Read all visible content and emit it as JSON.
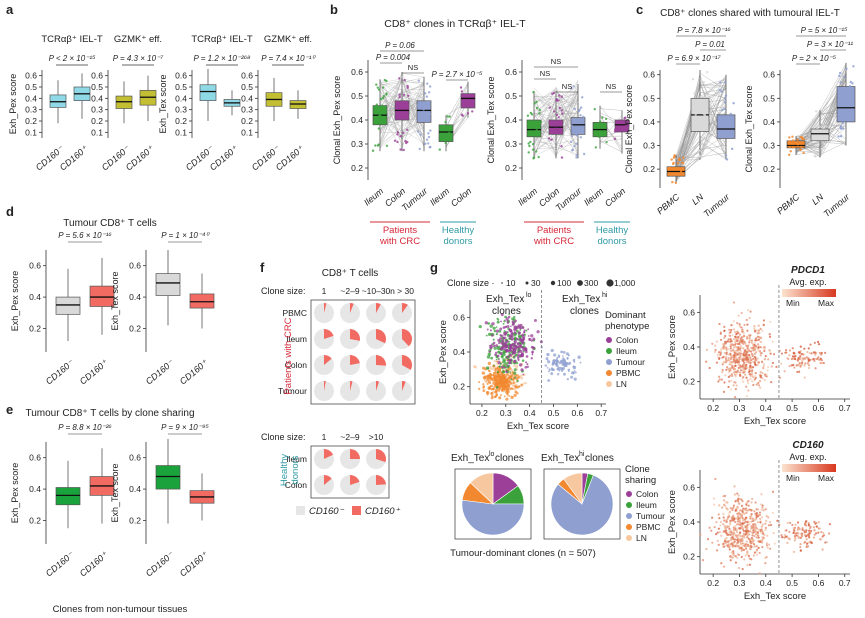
{
  "colors": {
    "cyan": "#8fd8e6",
    "olive": "#c3bf32",
    "green": "#3aa13b",
    "purple": "#9b3f98",
    "lightgrey": "#d9d9d9",
    "orange": "#f2882f",
    "blue": "#8e9fd0",
    "salmon": "#f26b63",
    "lightorange": "#f7c8a0",
    "red": "#d62839",
    "teal": "#2f9aa3",
    "darkgreen": "#1aa33c"
  },
  "chart_data": [
    {
      "panel": "a",
      "type": "box",
      "titles": [
        "TCRαβ⁺ IEL-T",
        "GZMK⁺ eff.",
        "TCRαβ⁺ IEL-T",
        "GZMK⁺ eff."
      ],
      "pvalues": [
        "P < 2 × 10⁻¹⁵",
        "P = 4.3 × 10⁻⁷",
        "P = 1.2 × 10⁻²⁶⁸",
        "P = 7.4 × 10⁻¹⁰"
      ],
      "ylabels": [
        "Exh_Pex score",
        "Exh_Tex score"
      ],
      "yticks": [
        [
          0.1,
          0.2,
          0.3,
          0.4,
          0.5,
          0.6
        ],
        [
          0.1,
          0.2,
          0.3,
          0.4,
          0.5,
          0.6
        ]
      ],
      "ylim": [
        0.05,
        0.65
      ],
      "categories": [
        "CD160⁻",
        "CD160⁺"
      ],
      "boxes": [
        {
          "q1": 0.32,
          "med": 0.37,
          "q3": 0.43,
          "lo": 0.18,
          "hi": 0.56,
          "color": "cyan"
        },
        {
          "q1": 0.38,
          "med": 0.44,
          "q3": 0.5,
          "lo": 0.22,
          "hi": 0.62,
          "color": "cyan"
        },
        {
          "q1": 0.31,
          "med": 0.37,
          "q3": 0.42,
          "lo": 0.18,
          "hi": 0.55,
          "color": "olive"
        },
        {
          "q1": 0.34,
          "med": 0.41,
          "q3": 0.47,
          "lo": 0.2,
          "hi": 0.6,
          "color": "olive"
        },
        {
          "q1": 0.38,
          "med": 0.46,
          "q3": 0.52,
          "lo": 0.2,
          "hi": 0.66,
          "color": "cyan"
        },
        {
          "q1": 0.33,
          "med": 0.36,
          "q3": 0.39,
          "lo": 0.25,
          "hi": 0.47,
          "color": "cyan"
        },
        {
          "q1": 0.33,
          "med": 0.39,
          "q3": 0.45,
          "lo": 0.2,
          "hi": 0.58,
          "color": "olive"
        },
        {
          "q1": 0.31,
          "med": 0.35,
          "q3": 0.38,
          "lo": 0.22,
          "hi": 0.47,
          "color": "olive"
        }
      ]
    },
    {
      "panel": "b",
      "type": "box-paired",
      "title": "CD8⁺ clones in TCRαβ⁺ IEL-T",
      "ylabels": [
        "Clonal Exh_Pex score",
        "Clonal Exh_Tex score"
      ],
      "yticks": [
        [
          0.2,
          0.3,
          0.4,
          0.5,
          0.6
        ],
        [
          0.2,
          0.3,
          0.4,
          0.5,
          0.6
        ]
      ],
      "ylim": [
        0.15,
        0.65
      ],
      "left_categories": [
        "Ileum",
        "Colon",
        "Tumour",
        "Ileum",
        "Colon"
      ],
      "right_categories": [
        "Ileum",
        "Colon",
        "Tumour",
        "Ileum",
        "Colon"
      ],
      "left_boxes": [
        {
          "q1": 0.38,
          "med": 0.42,
          "q3": 0.46,
          "lo": 0.27,
          "hi": 0.57,
          "color": "green"
        },
        {
          "q1": 0.4,
          "med": 0.44,
          "q3": 0.48,
          "lo": 0.27,
          "hi": 0.6,
          "color": "purple"
        },
        {
          "q1": 0.39,
          "med": 0.44,
          "q3": 0.48,
          "lo": 0.27,
          "hi": 0.58,
          "color": "blue"
        },
        {
          "q1": 0.31,
          "med": 0.35,
          "q3": 0.38,
          "lo": 0.27,
          "hi": 0.42,
          "color": "green"
        },
        {
          "q1": 0.45,
          "med": 0.49,
          "q3": 0.51,
          "lo": 0.41,
          "hi": 0.56,
          "color": "purple"
        }
      ],
      "right_boxes": [
        {
          "q1": 0.33,
          "med": 0.36,
          "q3": 0.4,
          "lo": 0.24,
          "hi": 0.52,
          "color": "green"
        },
        {
          "q1": 0.34,
          "med": 0.37,
          "q3": 0.4,
          "lo": 0.24,
          "hi": 0.52,
          "color": "purple"
        },
        {
          "q1": 0.34,
          "med": 0.38,
          "q3": 0.41,
          "lo": 0.24,
          "hi": 0.55,
          "color": "blue"
        },
        {
          "q1": 0.33,
          "med": 0.36,
          "q3": 0.39,
          "lo": 0.28,
          "hi": 0.46,
          "color": "green"
        },
        {
          "q1": 0.35,
          "med": 0.38,
          "q3": 0.4,
          "lo": 0.26,
          "hi": 0.44,
          "color": "purple"
        }
      ],
      "pvals_left": [
        "P = 0.06",
        "P = 0.004",
        "NS",
        "P = 2.7 × 10⁻⁵"
      ],
      "pvals_right": [
        "NS",
        "NS",
        "NS",
        "NS"
      ],
      "groups": [
        "Patients with CRC",
        "Healthy donors"
      ]
    },
    {
      "panel": "c",
      "type": "box-paired",
      "title": "CD8⁺ clones shared with tumoural IEL-T",
      "ylabels": [
        "Clonal Exh_Pex score",
        "Clonal Exh_Tex score"
      ],
      "yticks": [
        [
          0.2,
          0.3,
          0.4,
          0.5,
          0.6
        ],
        [
          0.2,
          0.3,
          0.4,
          0.5,
          0.6
        ]
      ],
      "ylim": [
        0.12,
        0.62
      ],
      "categories": [
        "PBMC",
        "LN",
        "Tumour"
      ],
      "left_boxes": [
        {
          "q1": 0.17,
          "med": 0.19,
          "q3": 0.21,
          "lo": 0.14,
          "hi": 0.26,
          "color": "orange"
        },
        {
          "q1": 0.36,
          "med": 0.43,
          "q3": 0.5,
          "lo": 0.24,
          "hi": 0.62,
          "color": "lightgrey"
        },
        {
          "q1": 0.33,
          "med": 0.37,
          "q3": 0.43,
          "lo": 0.24,
          "hi": 0.6,
          "color": "blue"
        }
      ],
      "right_boxes": [
        {
          "q1": 0.29,
          "med": 0.3,
          "q3": 0.32,
          "lo": 0.26,
          "hi": 0.34,
          "color": "orange"
        },
        {
          "q1": 0.32,
          "med": 0.35,
          "q3": 0.37,
          "lo": 0.25,
          "hi": 0.45,
          "color": "lightgrey"
        },
        {
          "q1": 0.4,
          "med": 0.46,
          "q3": 0.55,
          "lo": 0.3,
          "hi": 0.65,
          "color": "blue"
        }
      ],
      "pvals_left": [
        "P = 7.8 × 10⁻¹⁶",
        "P = 0.01",
        "P = 6.9 × 10⁻¹⁷"
      ],
      "pvals_right": [
        "P = 5 × 10⁻¹⁵",
        "P = 3 × 10⁻¹¹",
        "P = 2 × 10⁻⁵"
      ]
    },
    {
      "panel": "d",
      "type": "box",
      "title": "Tumour CD8⁺ T cells",
      "ylabels": [
        "Exh_Pex score",
        "Exh_Tex score"
      ],
      "yticks": [
        [
          0.2,
          0.4,
          0.6
        ],
        [
          0.2,
          0.4,
          0.6
        ]
      ],
      "ylim": [
        0.05,
        0.7
      ],
      "categories": [
        "CD160⁻",
        "CD160⁺"
      ],
      "pvalues": [
        "P = 5.6 × 10⁻¹⁶",
        "P = 1 × 10⁻⁴⁰"
      ],
      "boxes": [
        {
          "q1": 0.29,
          "med": 0.35,
          "q3": 0.4,
          "lo": 0.12,
          "hi": 0.58,
          "color": "lightgrey"
        },
        {
          "q1": 0.34,
          "med": 0.4,
          "q3": 0.47,
          "lo": 0.16,
          "hi": 0.65,
          "color": "salmon"
        },
        {
          "q1": 0.41,
          "med": 0.49,
          "q3": 0.55,
          "lo": 0.22,
          "hi": 0.7,
          "color": "lightgrey"
        },
        {
          "q1": 0.33,
          "med": 0.37,
          "q3": 0.42,
          "lo": 0.2,
          "hi": 0.55,
          "color": "salmon"
        }
      ]
    },
    {
      "panel": "e",
      "type": "box",
      "title": "Tumour CD8⁺ T cells by clone sharing",
      "ylabels": [
        "Exh_Pex score",
        "Exh_Tex score"
      ],
      "yticks": [
        [
          0.2,
          0.4,
          0.6
        ],
        [
          0.2,
          0.4,
          0.6
        ]
      ],
      "ylim": [
        0.05,
        0.7
      ],
      "categories": [
        "CD160⁻",
        "CD160⁺"
      ],
      "pvalues": [
        "P = 8.8 × 10⁻²⁶",
        "P = 9 × 10⁻⁹⁵"
      ],
      "xlabel": "Clones from non-tumour tissues",
      "boxes": [
        {
          "q1": 0.3,
          "med": 0.36,
          "q3": 0.41,
          "lo": 0.15,
          "hi": 0.58,
          "color": "darkgreen"
        },
        {
          "q1": 0.36,
          "med": 0.42,
          "q3": 0.48,
          "lo": 0.18,
          "hi": 0.66,
          "color": "salmon"
        },
        {
          "q1": 0.4,
          "med": 0.48,
          "q3": 0.55,
          "lo": 0.18,
          "hi": 0.72,
          "color": "darkgreen"
        },
        {
          "q1": 0.31,
          "med": 0.35,
          "q3": 0.39,
          "lo": 0.2,
          "hi": 0.5,
          "color": "salmon"
        }
      ]
    },
    {
      "panel": "f",
      "type": "pie-grid",
      "title": "CD8⁺ T cells",
      "crc": {
        "header": "Clone size:",
        "cols": [
          "1",
          "~2–9",
          "~10–30",
          "n > 30"
        ],
        "rows": [
          "PBMC",
          "Ileum",
          "Colon",
          "Tumour"
        ],
        "fractions": [
          [
            0.04,
            0.06,
            0.08,
            0.1
          ],
          [
            0.2,
            0.28,
            0.32,
            0.38
          ],
          [
            0.14,
            0.22,
            0.26,
            0.33
          ],
          [
            0.03,
            0.04,
            0.05,
            0.06
          ]
        ],
        "group": "Patients with CRC"
      },
      "healthy": {
        "header": "Clone size:",
        "cols": [
          "1",
          "~2–9",
          ">10"
        ],
        "rows": [
          "Ileum",
          "Colon"
        ],
        "fractions": [
          [
            0.18,
            0.25,
            0.3
          ],
          [
            0.14,
            0.2,
            0.24
          ]
        ],
        "group": "Healthy donors"
      },
      "legend": [
        "CD160⁻",
        "CD160⁺"
      ]
    },
    {
      "panel": "g",
      "type": "scatter",
      "size_legend_title": "Clone size",
      "size_legend": [
        "10",
        "30",
        "100",
        "300",
        "1,000"
      ],
      "xlabel": "Exh_Tex score",
      "ylabel": "Exh_Pex score",
      "xticks": [
        0.2,
        0.3,
        0.4,
        0.5,
        0.6,
        0.7
      ],
      "yticks": [
        0.2,
        0.4,
        0.6
      ],
      "xlim": [
        0.15,
        0.72
      ],
      "ylim": [
        0.1,
        0.7
      ],
      "threshold": 0.45,
      "region_labels": [
        "Exh_Tex",
        "lo",
        "clones",
        "Exh_Tex",
        "hi",
        "clones"
      ],
      "legend_title": [
        "Dominant",
        "phenotype"
      ],
      "legend": [
        "Colon",
        "Ileum",
        "Tumour",
        "PBMC",
        "LN"
      ],
      "clusters": [
        {
          "name": "Colon",
          "cx": 0.33,
          "cy": 0.45,
          "sx": 0.045,
          "sy": 0.07,
          "n": 220,
          "color": "purple"
        },
        {
          "name": "Ileum",
          "cx": 0.31,
          "cy": 0.43,
          "sx": 0.04,
          "sy": 0.08,
          "n": 200,
          "color": "green"
        },
        {
          "name": "Tumour",
          "cx": 0.53,
          "cy": 0.33,
          "sx": 0.04,
          "sy": 0.04,
          "n": 90,
          "color": "blue"
        },
        {
          "name": "PBMC",
          "cx": 0.28,
          "cy": 0.23,
          "sx": 0.035,
          "sy": 0.04,
          "n": 260,
          "color": "orange"
        },
        {
          "name": "LN",
          "cx": 0.3,
          "cy": 0.27,
          "sx": 0.04,
          "sy": 0.05,
          "n": 120,
          "color": "lightorange"
        }
      ]
    },
    {
      "panel": "g-pies",
      "type": "pie",
      "titles": [
        "Exh_Tex",
        "lo",
        " clones",
        "Exh_Tex",
        "hi",
        " clones"
      ],
      "legend_title": [
        "Clone",
        "sharing"
      ],
      "legend": [
        "Colon",
        "Ileum",
        "Tumour",
        "PBMC",
        "LN"
      ],
      "pies": [
        {
          "values": [
            0.15,
            0.1,
            0.52,
            0.1,
            0.13
          ]
        },
        {
          "values": [
            0.03,
            0.03,
            0.8,
            0.04,
            0.1
          ]
        }
      ],
      "footer": "Tumour-dominant clones (n = 507)"
    },
    {
      "panel": "g-right",
      "type": "scatter-heat",
      "genes": [
        "PDCD1",
        "CD160"
      ],
      "legend_title": "Avg. exp.",
      "legend_min": "Min",
      "legend_max": "Max",
      "xlabel": "Exh_Tex score",
      "ylabel": "Exh_Pex score",
      "xticks": [
        0.2,
        0.3,
        0.4,
        0.5,
        0.6,
        0.7
      ],
      "yticks": [
        0.2,
        0.4,
        0.6
      ],
      "xlim": [
        0.15,
        0.72
      ],
      "ylim": [
        0.1,
        0.7
      ],
      "threshold": 0.45
    }
  ],
  "panel_letters": [
    "a",
    "b",
    "c",
    "d",
    "e",
    "f",
    "g"
  ]
}
